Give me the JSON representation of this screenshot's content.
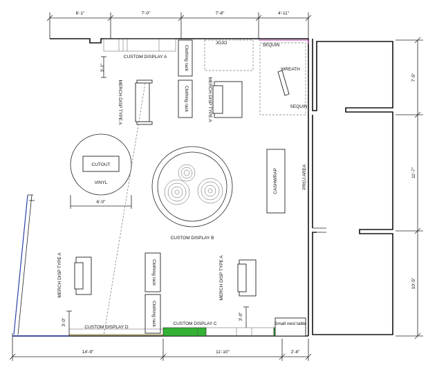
{
  "dimensions": {
    "top": [
      "6'-1\"",
      "7'-0\"",
      "7'-8\"",
      "4'-11\""
    ],
    "bottom": [
      "14'-9\"",
      "11'-10\"",
      "2'-8\""
    ],
    "right": [
      "7'-5\"",
      "11'-7\"",
      "10'-5\""
    ],
    "custom_display_a_depth": "3'-1\"",
    "cutout_width": "6'-0\"",
    "display_d_depth": "3'-0\"",
    "display_c_depth": "3'-0\""
  },
  "labels": {
    "custom_display_a": "CUSTOM DISPLAY A",
    "clothing_rack": "Clothing rack",
    "jojo": "JOJO",
    "sequin": "SEQUIN",
    "wreath": "WREATH",
    "merch_disp_type_a": "MERCH DISP TYPE A",
    "cutout": "CUTOUT",
    "vinyl": "VINYL",
    "custom_display_b": "CUSTOM DISPLAY B",
    "cashwrap": "CASHWRAP",
    "proj_area": "PROJ AREA",
    "custom_display_d": "CUSTOM DISPLAY D",
    "custom_display_c": "CUSTOM DISPLAY C",
    "small_nest_table": "Small nest table"
  },
  "colors": {
    "wall": "#111111",
    "display_c_highlight": "#33b233",
    "sequin_zone": "#b03aa8",
    "display_d_line": "#d8c040",
    "wall_blue": "#2a3fa8"
  }
}
